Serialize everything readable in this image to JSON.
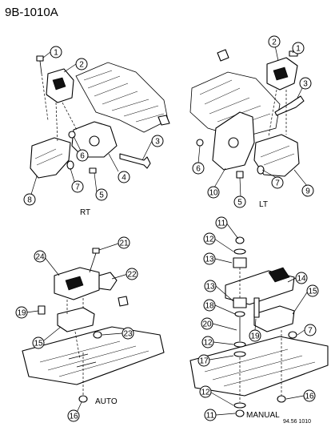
{
  "header": {
    "code": "9B-1010A"
  },
  "footer": {
    "ref": "94.56 1010"
  },
  "views": {
    "rt": {
      "label": "RT"
    },
    "lt": {
      "label": "LT"
    },
    "auto": {
      "label": "AUTO"
    },
    "manual": {
      "label": "MANUAL"
    }
  },
  "callouts": {
    "rt": [
      "1",
      "2",
      "3",
      "4",
      "5",
      "6",
      "7",
      "8"
    ],
    "lt": [
      "2",
      "1",
      "3",
      "6",
      "7",
      "10",
      "9",
      "5"
    ],
    "auto": [
      "21",
      "24",
      "22",
      "19",
      "15",
      "23",
      "16"
    ],
    "manual": [
      "11",
      "12",
      "13",
      "14",
      "13",
      "15",
      "18",
      "19",
      "20",
      "12",
      "17",
      "12",
      "11",
      "7",
      "16"
    ]
  }
}
